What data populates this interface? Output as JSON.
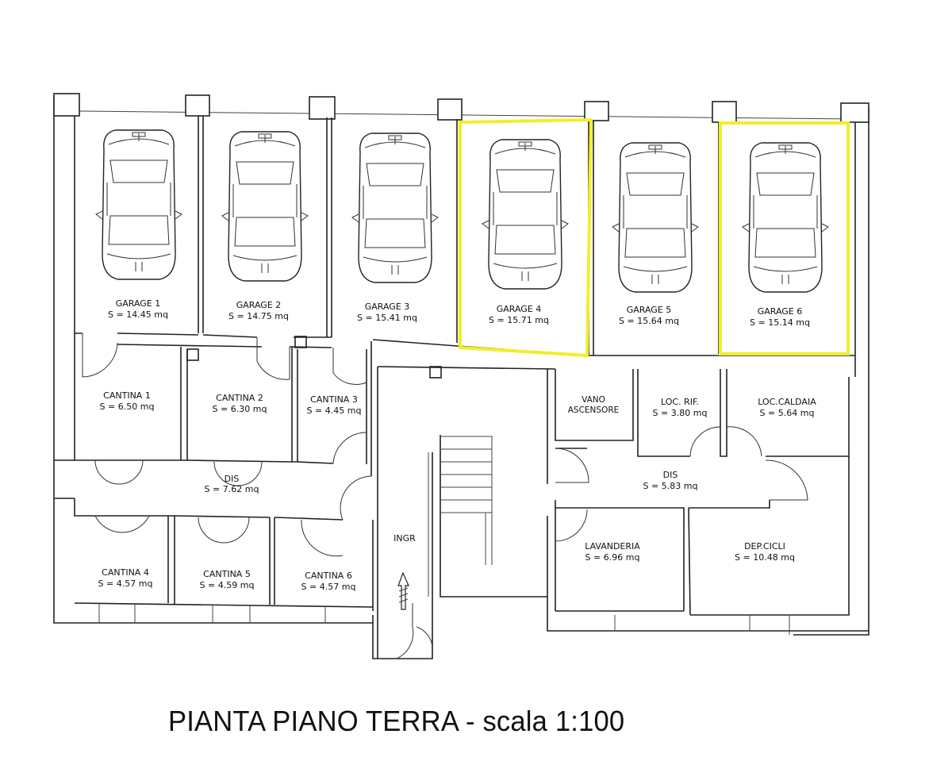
{
  "title": "PIANTA PIANO TERRA - scala 1:100",
  "colors": {
    "highlight": "#f2ee2a",
    "line": "#222222",
    "background": "#ffffff"
  },
  "garages": [
    {
      "name": "GARAGE 1",
      "area": "S = 14.45 mq",
      "highlighted": false
    },
    {
      "name": "GARAGE 2",
      "area": "S = 14.75 mq",
      "highlighted": false
    },
    {
      "name": "GARAGE 3",
      "area": "S = 15.41 mq",
      "highlighted": false
    },
    {
      "name": "GARAGE 4",
      "area": "S = 15.71 mq",
      "highlighted": true
    },
    {
      "name": "GARAGE 5",
      "area": "S = 15.64 mq",
      "highlighted": false
    },
    {
      "name": "GARAGE 6",
      "area": "S = 15.14 mq",
      "highlighted": true
    }
  ],
  "rooms": {
    "cantina_1": {
      "name": "CANTINA 1",
      "area": "S = 6.50 mq"
    },
    "cantina_2": {
      "name": "CANTINA 2",
      "area": "S = 6.30 mq"
    },
    "cantina_3": {
      "name": "CANTINA 3",
      "area": "S = 4.45 mq"
    },
    "cantina_4": {
      "name": "CANTINA 4",
      "area": "S = 4.57 mq"
    },
    "cantina_5": {
      "name": "CANTINA 5",
      "area": "S = 4.59 mq"
    },
    "cantina_6": {
      "name": "CANTINA 6",
      "area": "S = 4.57 mq"
    },
    "dis_left": {
      "name": "DIS",
      "area": "S = 7.62 mq"
    },
    "dis_right": {
      "name": "DIS",
      "area": "S = 5.83 mq"
    },
    "vano_ascensore": {
      "line1": "VANO",
      "line2": "ASCENSORE"
    },
    "loc_rif": {
      "name": "LOC. RIF.",
      "area": "S = 3.80 mq"
    },
    "loc_caldaia": {
      "name": "LOC.CALDAIA",
      "area": "S = 5.64 mq"
    },
    "lavanderia": {
      "name": "LAVANDERIA",
      "area": "S = 6.96 mq"
    },
    "dep_cicli": {
      "name": "DEP.CICLI",
      "area": "S = 10.48 mq"
    },
    "ingr": {
      "name": "INGR"
    }
  }
}
